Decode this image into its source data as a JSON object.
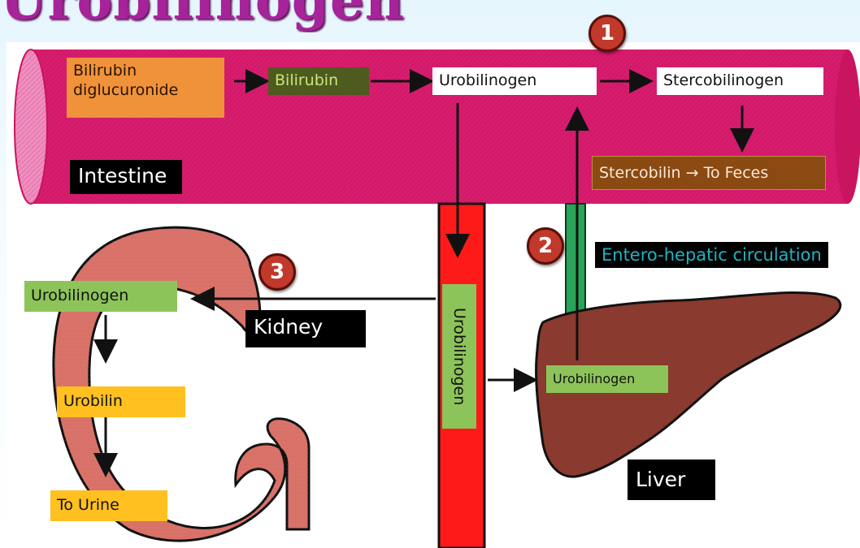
{
  "title": "Urobilinogen",
  "colors": {
    "intestine": "#d81c6e",
    "vessel_red": "#ff1a1a",
    "vessel_green": "#2aa45a",
    "kidney": "#d9736a",
    "liver": "#8a3a2e",
    "badge": "#c0392b",
    "title": "#a6239a"
  },
  "intestine": {
    "label": "Intestine",
    "bilirubin_diglucuronide": "Bilirubin diglucuronide",
    "bilirubin": "Bilirubin",
    "urobilinogen": "Urobilinogen",
    "stercobilinogen": "Stercobilinogen",
    "stercobilin": "Stercobilin → To Feces"
  },
  "vessel": {
    "label": "Urobilinogen"
  },
  "liver": {
    "label": "Liver",
    "urobilinogen": "Urobilinogen"
  },
  "enterohepatic": {
    "label": "Entero-hepatic circulation"
  },
  "kidney": {
    "label": "Kidney",
    "urobilinogen": "Urobilinogen",
    "urobilin": "Urobilin",
    "to_urine": "To Urine"
  },
  "badges": {
    "one": "1",
    "two": "2",
    "three": "3"
  }
}
